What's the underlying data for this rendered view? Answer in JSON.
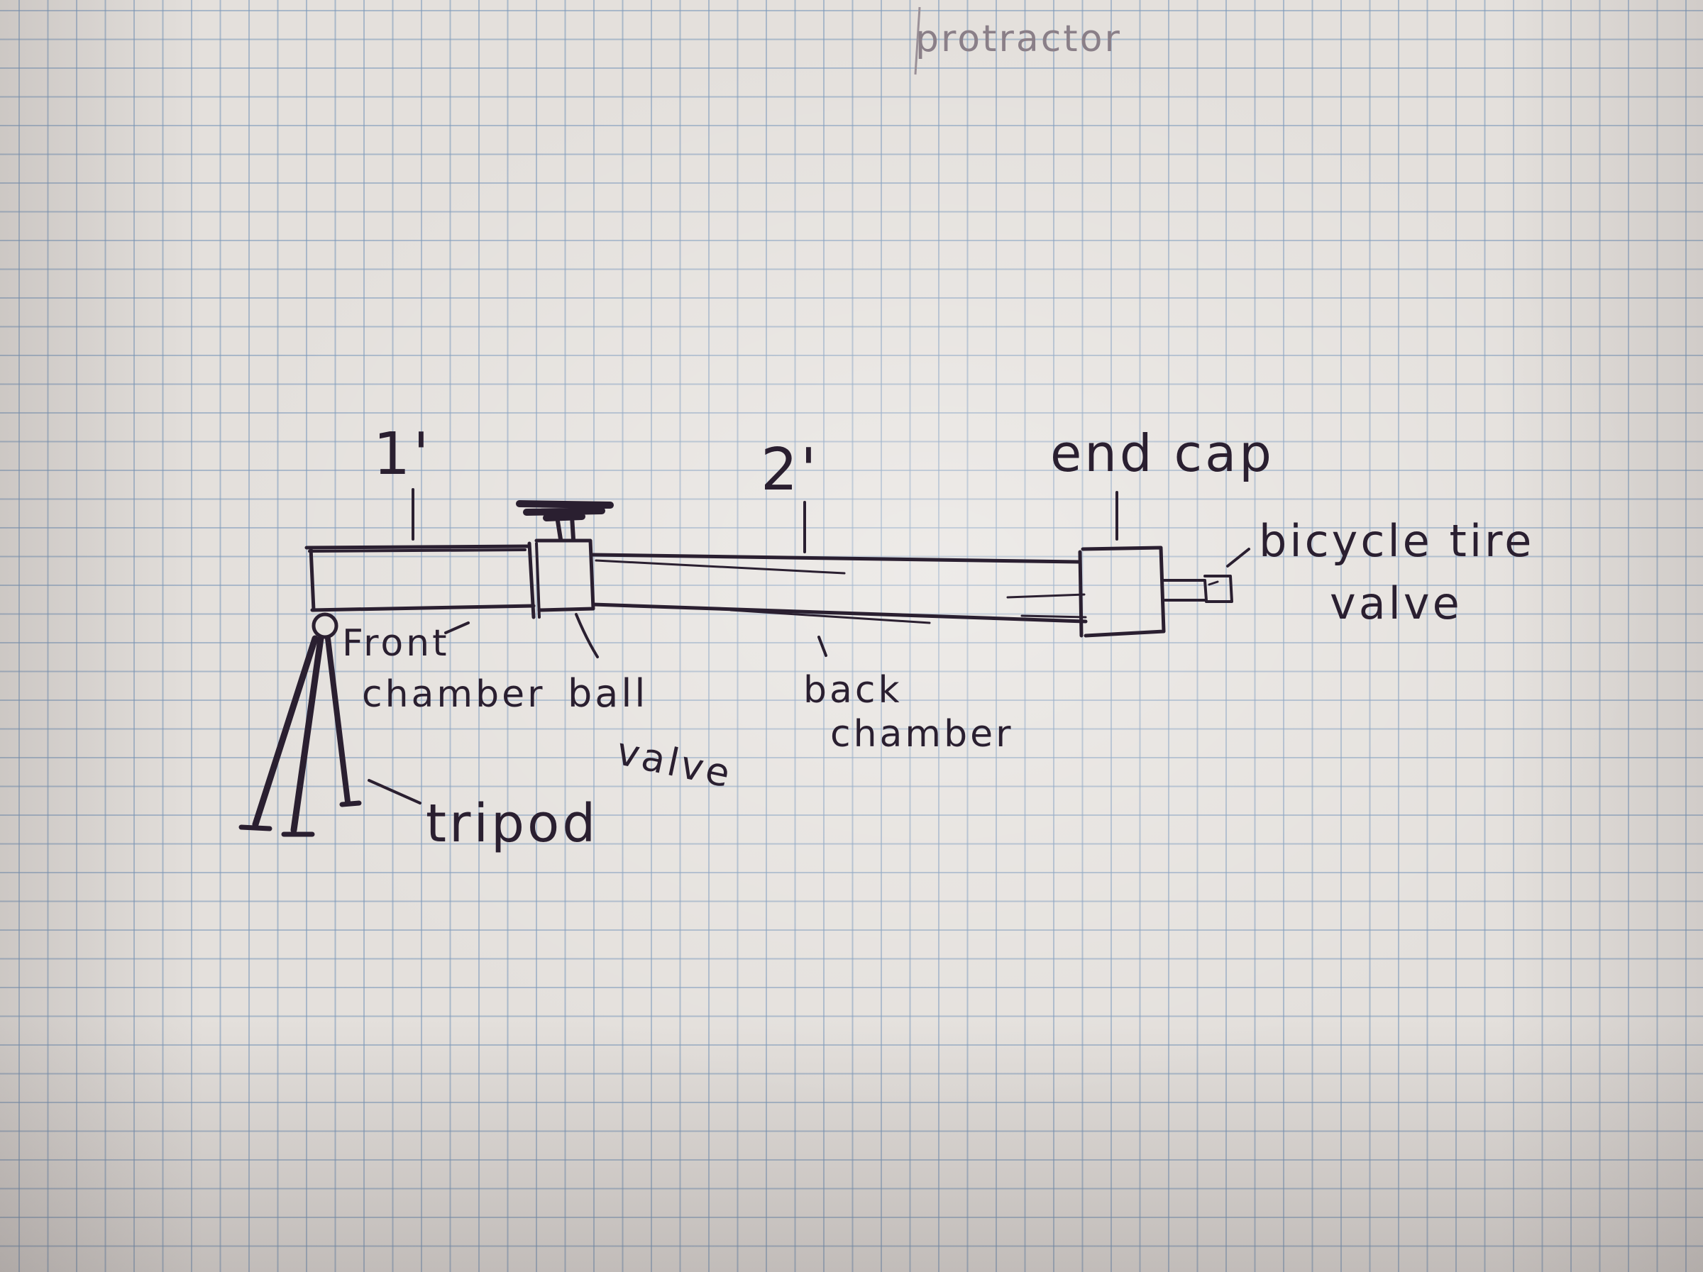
{
  "labels": {
    "protractor": "protractor",
    "front_length": "1'",
    "back_length": "2'",
    "end_cap": "end cap",
    "bicycle_tire_valve_line1": "bicycle tire",
    "bicycle_tire_valve_line2": "valve",
    "front_chamber_line1": "Front",
    "front_chamber_line2": "chamber",
    "ball_valve_line1": "ball",
    "ball_valve_line2": "valve",
    "back_chamber_line1": "back",
    "back_chamber_line2": "chamber",
    "tripod": "tripod"
  },
  "colors": {
    "ink": "#2a1f30",
    "pencil": "#8a7f88",
    "grid": "#7896b9",
    "paper": "#e4e0dc"
  }
}
